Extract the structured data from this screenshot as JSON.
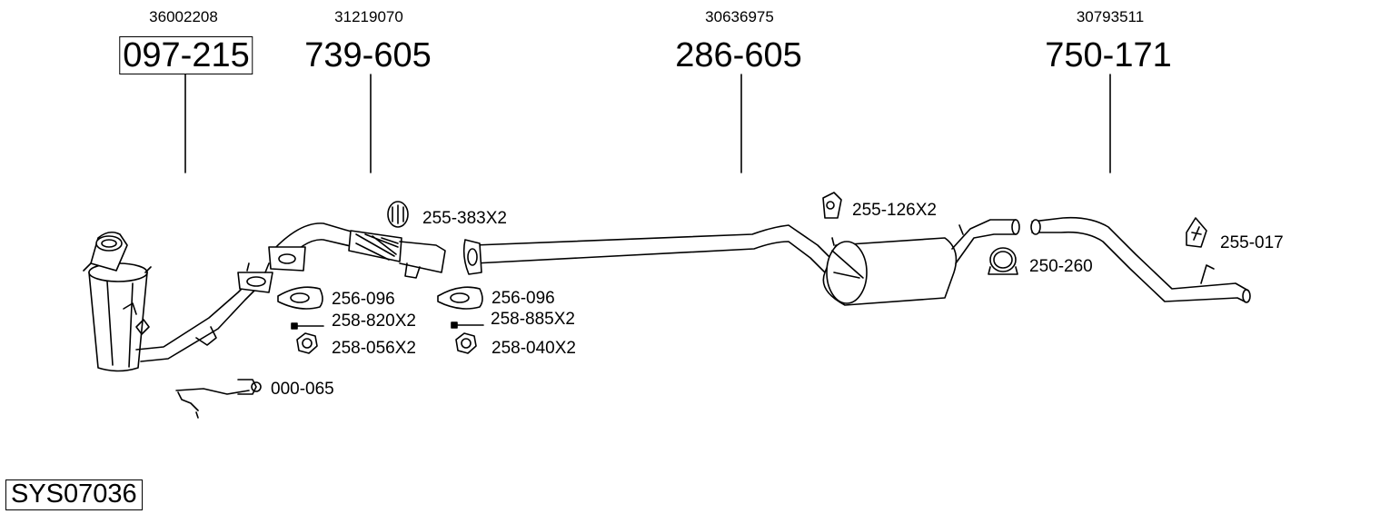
{
  "main_parts": [
    {
      "oem": "36002208",
      "part": "097-215",
      "boxed": true
    },
    {
      "oem": "31219070",
      "part": "739-605",
      "boxed": false
    },
    {
      "oem": "30636975",
      "part": "286-605",
      "boxed": false
    },
    {
      "oem": "30793511",
      "part": "750-171",
      "boxed": false
    }
  ],
  "accessories": {
    "hanger_1": "255-383X2",
    "gasket_1": "256-096",
    "bolt_1": "258-820X2",
    "nut_1": "258-056X2",
    "gasket_2": "256-096",
    "bolt_2": "258-885X2",
    "nut_2": "258-040X2",
    "sensor_pipe": "000-065",
    "hanger_2": "255-126X2",
    "clamp": "250-260",
    "hanger_3": "255-017"
  },
  "system_id": "SYS07036"
}
